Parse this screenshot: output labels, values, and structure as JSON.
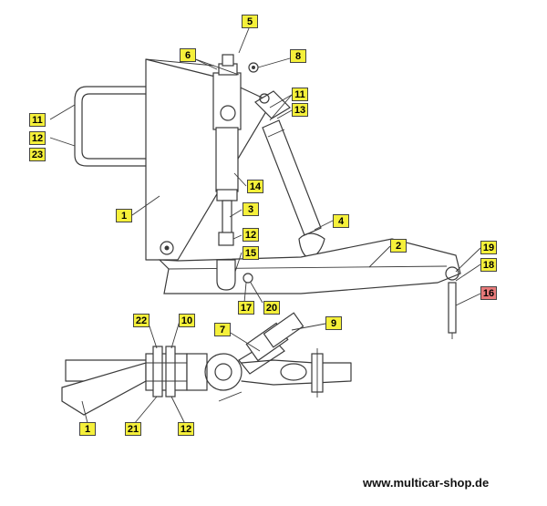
{
  "callout_colors": {
    "standard": "#f5f03a",
    "highlighted": "#e87a7a"
  },
  "callouts": {
    "c5": "5",
    "c6": "6",
    "c8": "8",
    "c11a": "11",
    "c12a": "12",
    "c23": "23",
    "c11b": "11",
    "c13": "13",
    "c14": "14",
    "c1a": "1",
    "c3": "3",
    "c4": "4",
    "c2": "2",
    "c12b": "12",
    "c15": "15",
    "c19": "19",
    "c18": "18",
    "c16": "16",
    "c17": "17",
    "c20": "20",
    "c22": "22",
    "c10": "10",
    "c7": "7",
    "c9": "9",
    "c1b": "1",
    "c21": "21",
    "c12c": "12"
  },
  "watermark": "www.multicar-shop.de"
}
